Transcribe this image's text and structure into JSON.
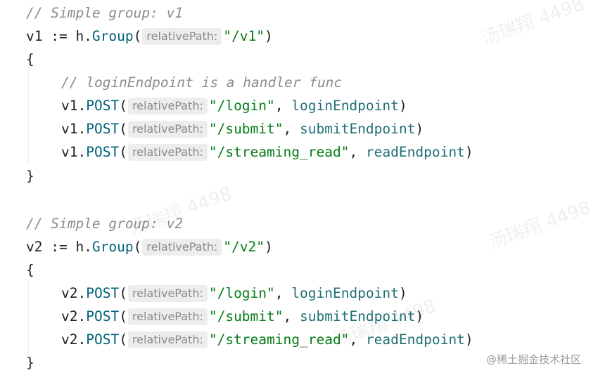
{
  "code": {
    "comment_v1": "// Simple group: v1",
    "v1_decl": {
      "lhs": "v1 := h.",
      "fn": "Group",
      "paren": "(",
      "hint": "relativePath:",
      "str": "\"/v1\"",
      "close": ")"
    },
    "brace_open": "{",
    "comment_handler": "// loginEndpoint is a handler func",
    "v1_routes": [
      {
        "recv": "v1.",
        "fn": "POST",
        "paren": "(",
        "hint": "relativePath:",
        "str": "\"/login\"",
        "sep": ", ",
        "handler": "loginEndpoint",
        "close": ")"
      },
      {
        "recv": "v1.",
        "fn": "POST",
        "paren": "(",
        "hint": "relativePath:",
        "str": "\"/submit\"",
        "sep": ", ",
        "handler": "submitEndpoint",
        "close": ")"
      },
      {
        "recv": "v1.",
        "fn": "POST",
        "paren": "(",
        "hint": "relativePath:",
        "str": "\"/streaming_read\"",
        "sep": ", ",
        "handler": "readEndpoint",
        "close": ")"
      }
    ],
    "brace_close": "}",
    "comment_v2": "// Simple group: v2",
    "v2_decl": {
      "lhs": "v2 := h.",
      "fn": "Group",
      "paren": "(",
      "hint": "relativePath:",
      "str": "\"/v2\"",
      "close": ")"
    },
    "v2_routes": [
      {
        "recv": "v2.",
        "fn": "POST",
        "paren": "(",
        "hint": "relativePath:",
        "str": "\"/login\"",
        "sep": ", ",
        "handler": "loginEndpoint",
        "close": ")"
      },
      {
        "recv": "v2.",
        "fn": "POST",
        "paren": "(",
        "hint": "relativePath:",
        "str": "\"/submit\"",
        "sep": ", ",
        "handler": "submitEndpoint",
        "close": ")"
      },
      {
        "recv": "v2.",
        "fn": "POST",
        "paren": "(",
        "hint": "relativePath:",
        "str": "\"/streaming_read\"",
        "sep": ", ",
        "handler": "readEndpoint",
        "close": ")"
      }
    ]
  },
  "watermark": {
    "text": "汤瑞翔 4498"
  },
  "brand": {
    "text": "@稀土掘金技术社区"
  }
}
